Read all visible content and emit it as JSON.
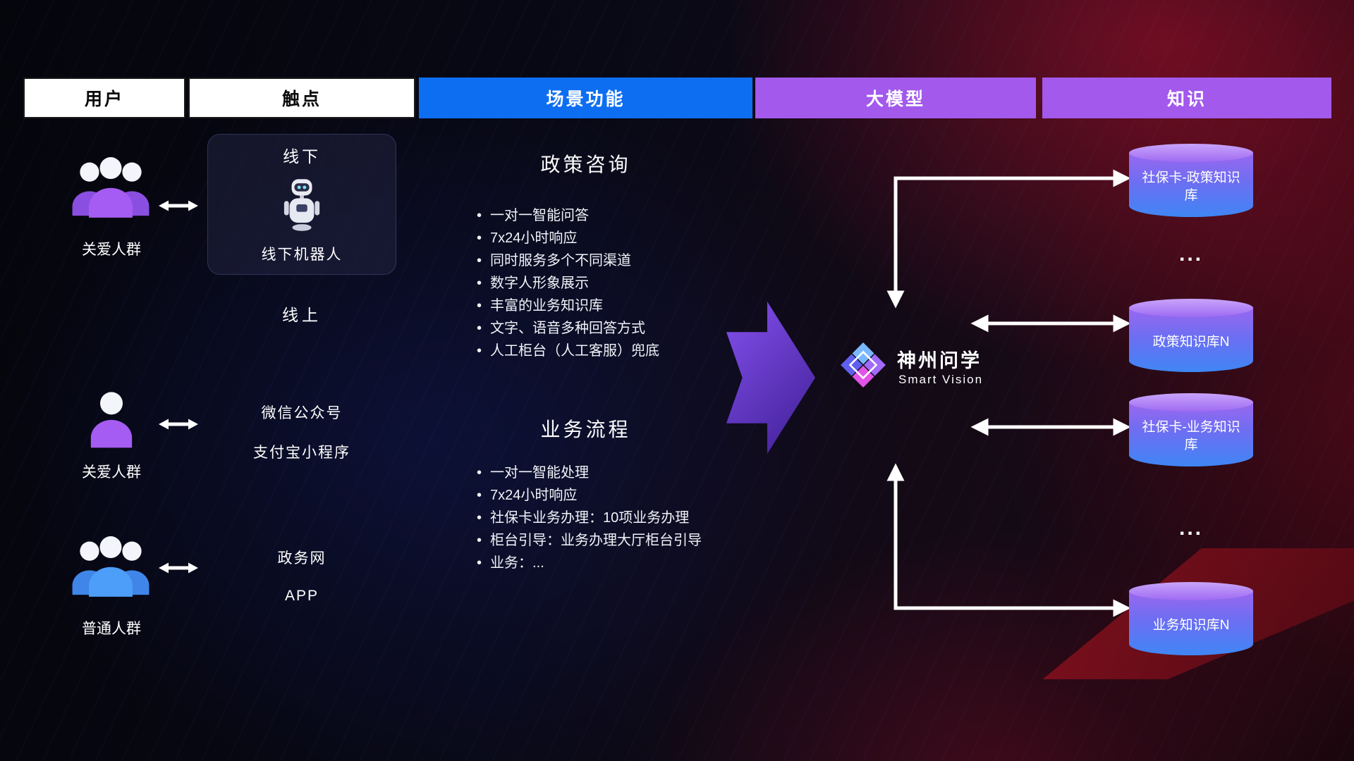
{
  "header": {
    "columns": [
      {
        "label": "用户"
      },
      {
        "label": "触点"
      },
      {
        "label": "场景功能"
      },
      {
        "label": "大模型"
      },
      {
        "label": "知识"
      }
    ]
  },
  "users": [
    {
      "label": "关爱人群"
    },
    {
      "label": "关爱人群"
    },
    {
      "label": "普通人群"
    }
  ],
  "touchpoints": {
    "offline_title": "线下",
    "offline_device": "线下机器人",
    "online_title": "线上",
    "online_items": [
      "微信公众号",
      "支付宝小程序",
      "政务网",
      "APP"
    ]
  },
  "scene": {
    "sections": [
      {
        "title": "政策咨询",
        "items": [
          "一对一智能问答",
          "7x24小时响应",
          "同时服务多个不同渠道",
          "数字人形象展示",
          "丰富的业务知识库",
          "文字、语音多种回答方式",
          "人工柜台（人工客服）兜底"
        ]
      },
      {
        "title": "业务流程",
        "items": [
          "一对一智能处理",
          "7x24小时响应",
          "社保卡业务办理：10项业务办理",
          "柜台引导：业务办理大厅柜台引导",
          "业务：..."
        ]
      }
    ]
  },
  "model": {
    "name": "神州问学",
    "subtitle": "Smart Vision"
  },
  "knowledge": {
    "databases": [
      {
        "label": "社保卡-政策知识库"
      },
      {
        "label": "政策知识库N"
      },
      {
        "label": "社保卡-业务知识库"
      },
      {
        "label": "业务知识库N"
      }
    ],
    "ellipsis": "..."
  },
  "colors": {
    "header_blue": "#0d6ef2",
    "header_purple": "#a259ec",
    "cylinder_top": "#b88df8",
    "cylinder_bottom": "#3f86f4",
    "person_purple": "#a55cf2",
    "person_blue": "#4d9ef8",
    "arrow_white": "#ffffff",
    "flow_arrow_purple": "#7a45e8"
  }
}
